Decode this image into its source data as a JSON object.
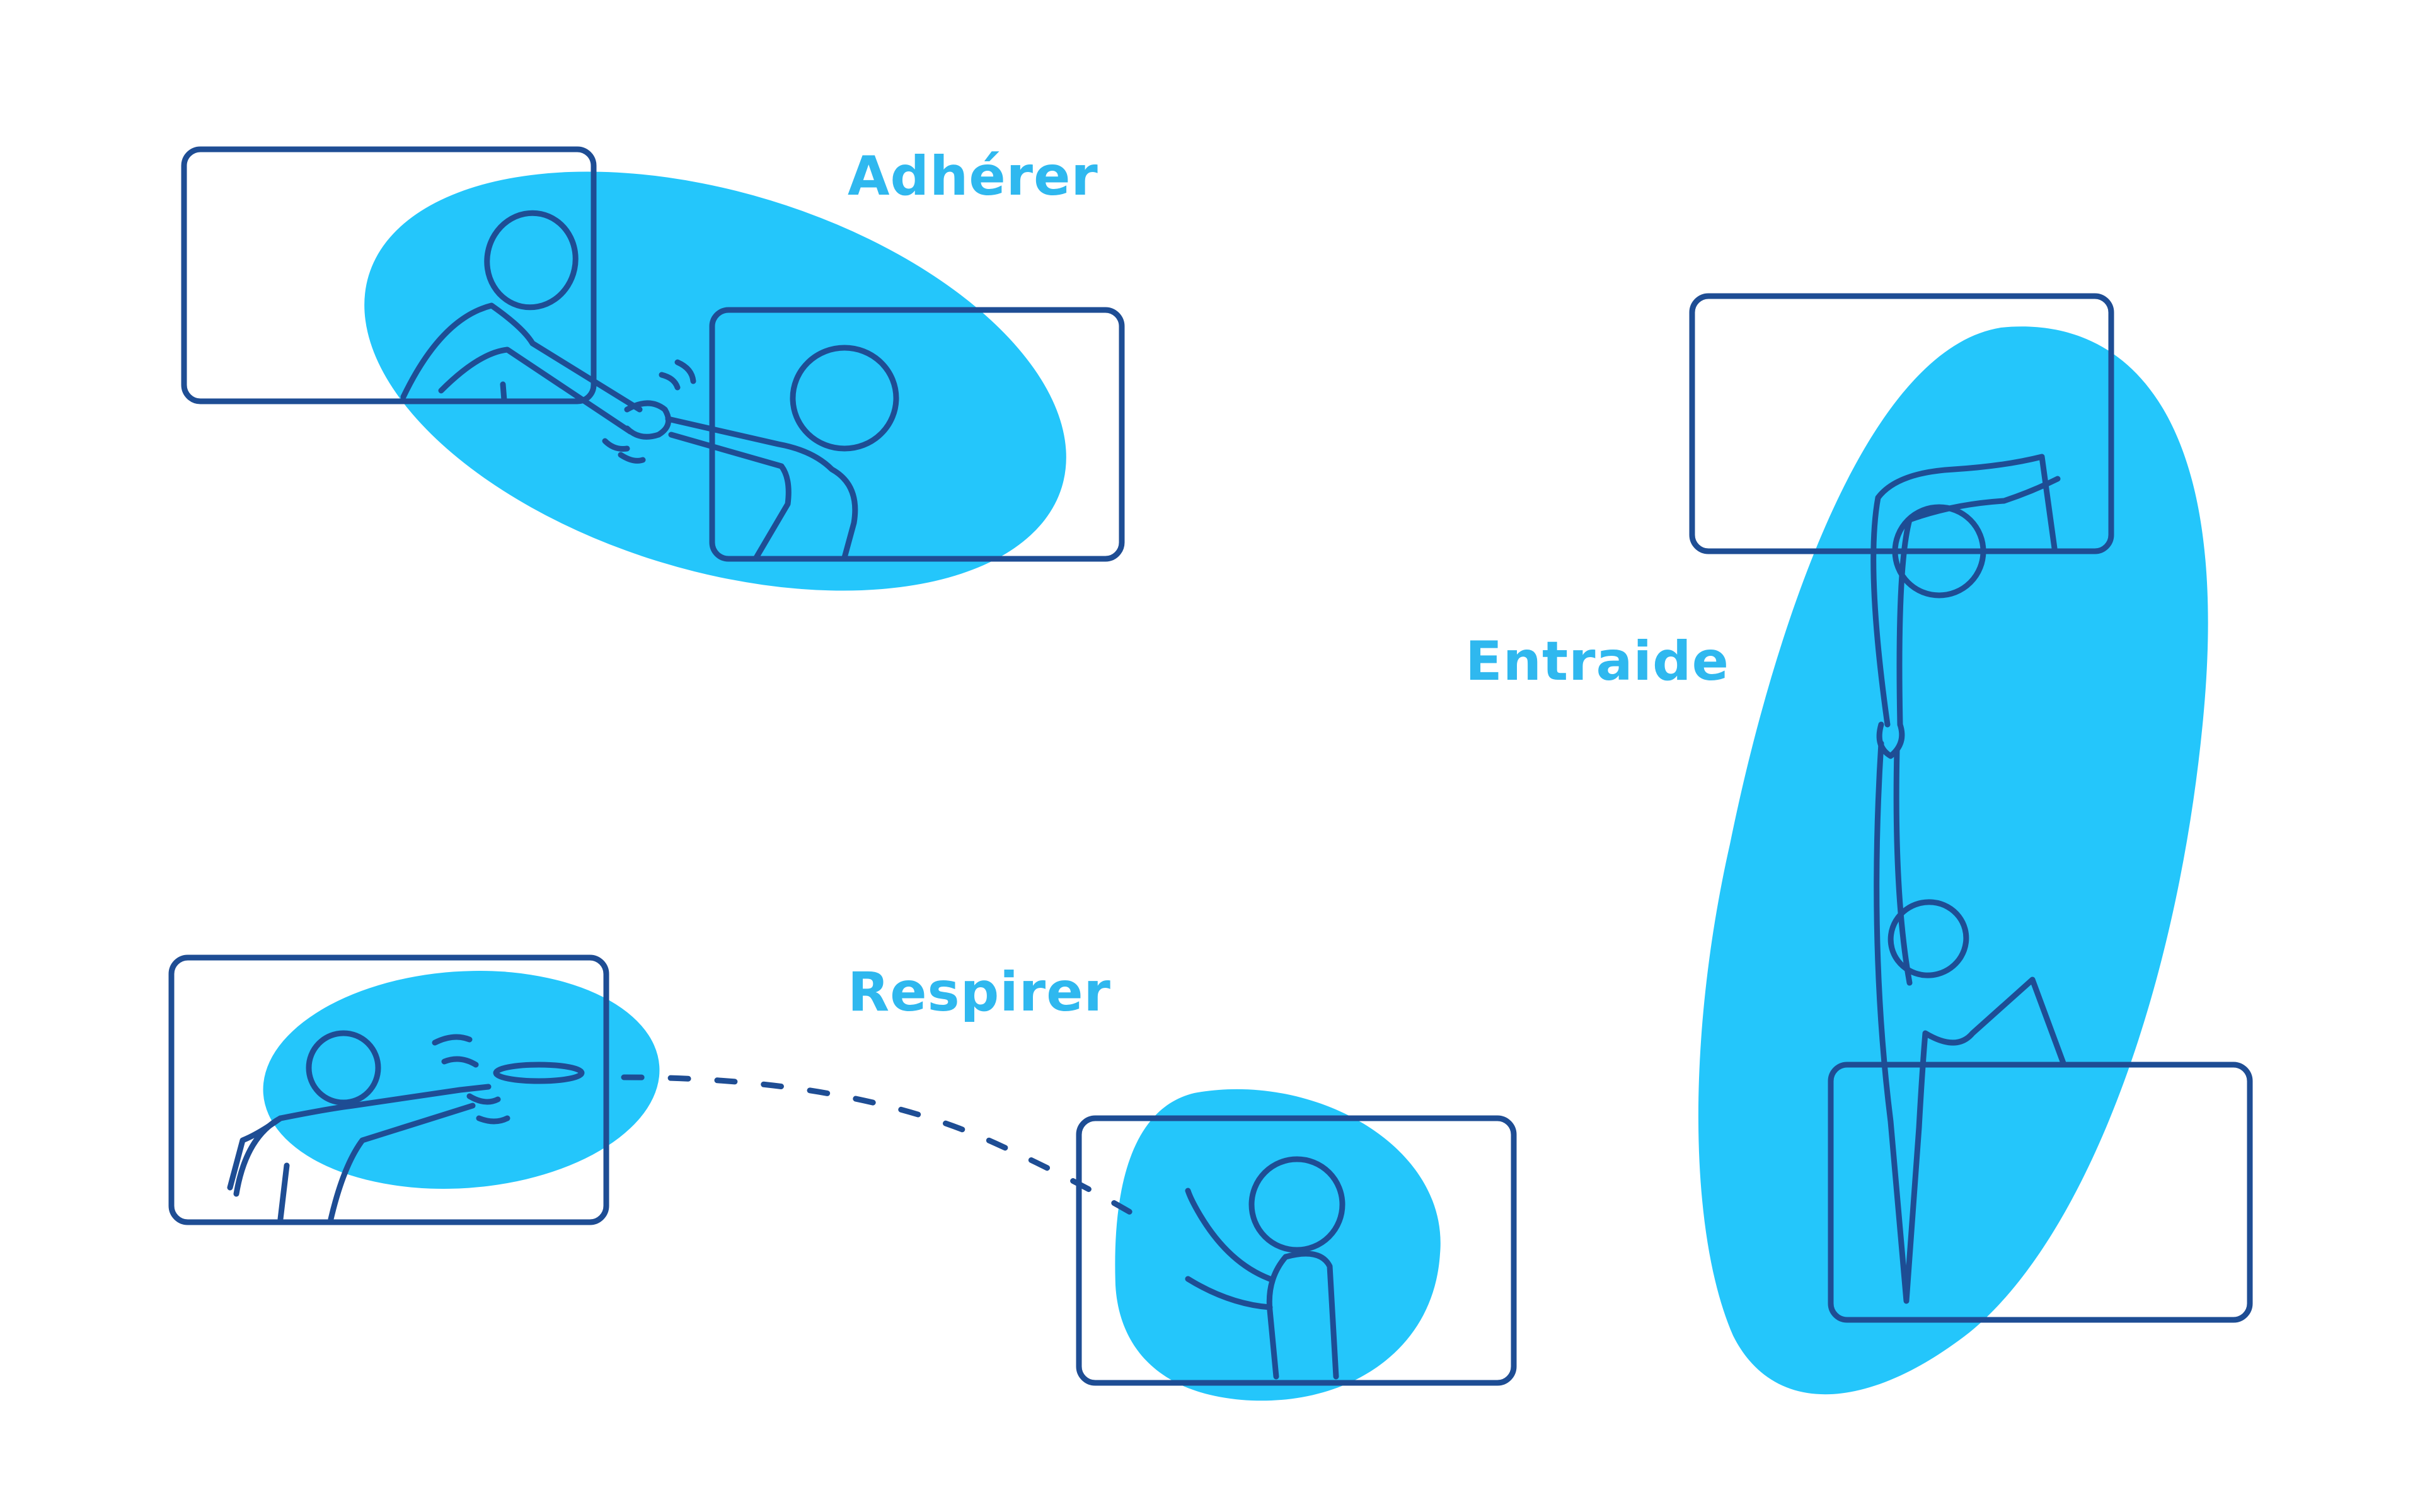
{
  "colors": {
    "blob": "#24c6fb",
    "ink": "#1e4d94",
    "label": "#2fb8ef",
    "background": "#ffffff"
  },
  "labels": {
    "adherer": "Adhérer",
    "entraide": "Entraide",
    "respirer": "Respirer"
  },
  "icons": {
    "handshake": "handshake-scene-icon",
    "climb": "climbing-help-scene-icon",
    "frisbee": "frisbee-throw-scene-icon"
  }
}
